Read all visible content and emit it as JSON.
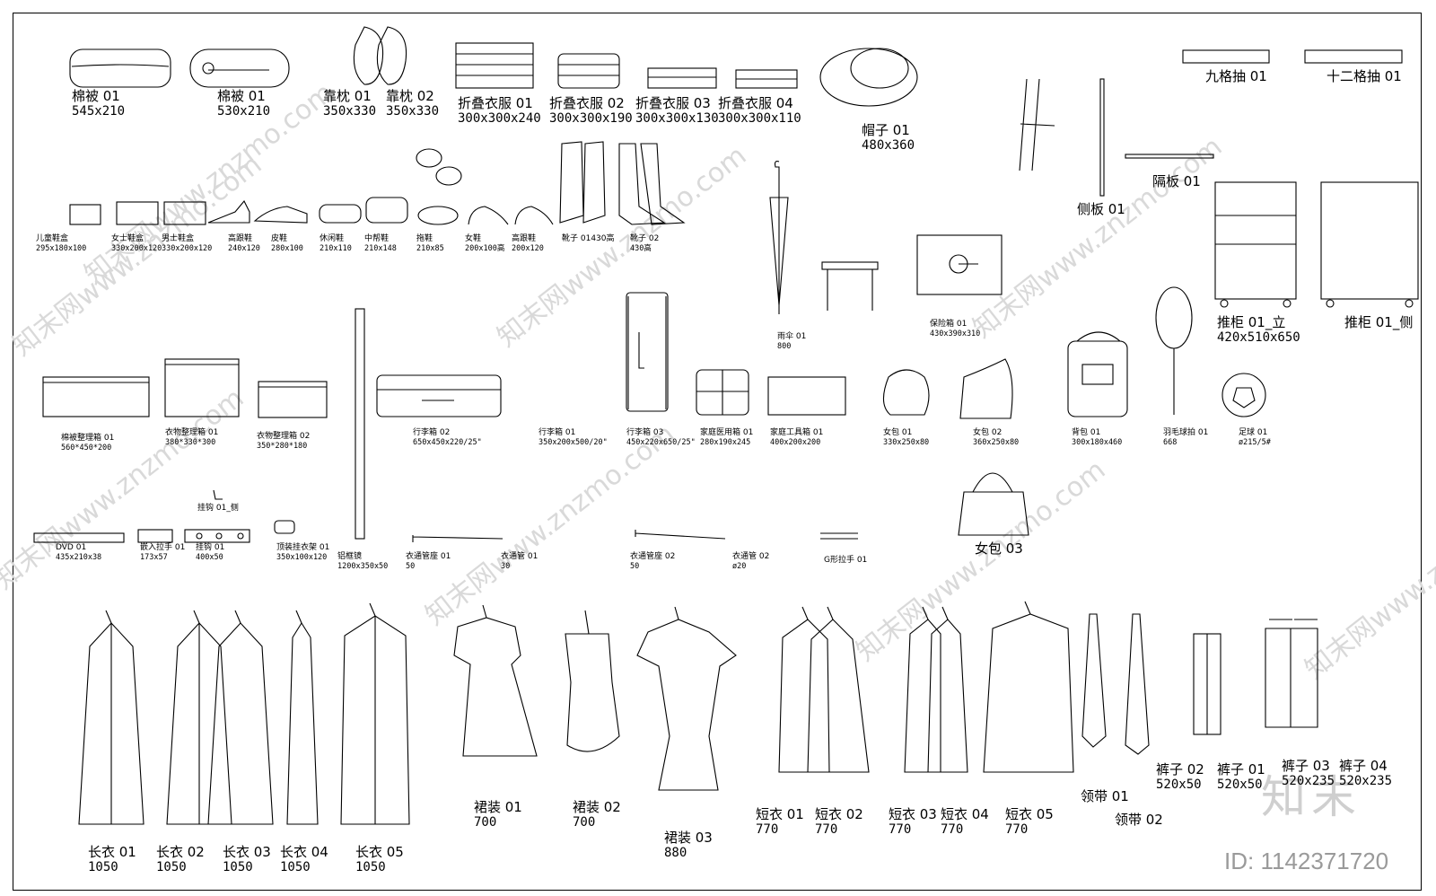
{
  "watermark": {
    "text": "知末网www.znzmo.com",
    "brand": "知末",
    "id_text": "ID: 1142371720"
  },
  "items": [
    {
      "key": "quilt1",
      "name": "棉被 01",
      "dim": "545x210"
    },
    {
      "key": "quilt2",
      "name": "棉被 01",
      "dim": "530x210"
    },
    {
      "key": "pillow1",
      "name": "靠枕 01",
      "dim": "350x330"
    },
    {
      "key": "pillow2",
      "name": "靠枕 02",
      "dim": "350x330"
    },
    {
      "key": "fold1",
      "name": "折叠衣服 01",
      "dim": "300x300x240"
    },
    {
      "key": "fold2",
      "name": "折叠衣服 02",
      "dim": "300x300x190"
    },
    {
      "key": "fold3",
      "name": "折叠衣服 03",
      "dim": "300x300x130"
    },
    {
      "key": "fold4",
      "name": "折叠衣服 04",
      "dim": "300x300x110"
    },
    {
      "key": "hat",
      "name": "帽子 01",
      "dim": "480x360"
    },
    {
      "key": "drawer9",
      "name": "九格抽 01",
      "dim": ""
    },
    {
      "key": "drawer12",
      "name": "十二格抽 01",
      "dim": ""
    },
    {
      "key": "shelf",
      "name": "隔板 01",
      "dim": ""
    },
    {
      "key": "sidepanel",
      "name": "侧板 01",
      "dim": ""
    },
    {
      "key": "cabinet_front",
      "name": "推柜 01_立",
      "dim": "420x510x650"
    },
    {
      "key": "cabinet_side",
      "name": "推柜 01_侧",
      "dim": ""
    },
    {
      "key": "kidshoebox",
      "name": "儿童鞋盒",
      "dim": "295x180x100"
    },
    {
      "key": "ladyshoebox",
      "name": "女士鞋盒",
      "dim": "330x200x120"
    },
    {
      "key": "manshoebox",
      "name": "男士鞋盒",
      "dim": "330x200x120"
    },
    {
      "key": "highheel",
      "name": "高跟鞋",
      "dim": "240x120"
    },
    {
      "key": "leathershoe",
      "name": "皮鞋",
      "dim": "280x100"
    },
    {
      "key": "casual",
      "name": "休闲鞋",
      "dim": "210x110"
    },
    {
      "key": "midboot",
      "name": "中帮鞋",
      "dim": "210x148"
    },
    {
      "key": "slipper",
      "name": "拖鞋",
      "dim": "210x85"
    },
    {
      "key": "ladyshoe",
      "name": "女鞋",
      "dim": "200x100高"
    },
    {
      "key": "highheel2",
      "name": "高跟鞋",
      "dim": "200x120"
    },
    {
      "key": "boots1",
      "name": "靴子 01430高",
      "dim": ""
    },
    {
      "key": "boots2",
      "name": "靴子 02",
      "dim": "430高"
    },
    {
      "key": "umbrella",
      "name": "雨伞 01",
      "dim": "800"
    },
    {
      "key": "safe",
      "name": "保险箱 01",
      "dim": "430x390x310"
    },
    {
      "key": "quiltbox",
      "name": "棉被整理箱 01",
      "dim": "560*450*200"
    },
    {
      "key": "clothbox1",
      "name": "衣物整理箱 01",
      "dim": "380*330*300"
    },
    {
      "key": "clothbox2",
      "name": "衣物整理箱 02",
      "dim": "350*280*180"
    },
    {
      "key": "suitcase2",
      "name": "行李箱 02",
      "dim": "650x450x220/25\""
    },
    {
      "key": "suitcase1",
      "name": "行李箱 01",
      "dim": "350x200x500/20\""
    },
    {
      "key": "suitcase3",
      "name": "行李箱 03",
      "dim": "450x220x650/25\""
    },
    {
      "key": "medbox",
      "name": "家庭医用箱 01",
      "dim": "280x190x245"
    },
    {
      "key": "toolbox",
      "name": "家庭工具箱 01",
      "dim": "400x200x200"
    },
    {
      "key": "bag1",
      "name": "女包 01",
      "dim": "330x250x80"
    },
    {
      "key": "bag2",
      "name": "女包 02",
      "dim": "360x250x80"
    },
    {
      "key": "backpack",
      "name": "背包 01",
      "dim": "300x180x460"
    },
    {
      "key": "racket",
      "name": "羽毛球拍 01",
      "dim": "668"
    },
    {
      "key": "football",
      "name": "足球 01",
      "dim": "ø215/5#"
    },
    {
      "key": "bag3",
      "name": "女包 03",
      "dim": ""
    },
    {
      "key": "hook_side",
      "name": "挂钩 01_侧",
      "dim": ""
    },
    {
      "key": "dvd",
      "name": "DVD 01",
      "dim": "435x210x38"
    },
    {
      "key": "inlay",
      "name": "嵌入拉手 01",
      "dim": "173x57"
    },
    {
      "key": "hook",
      "name": "挂钩 01",
      "dim": "400x50"
    },
    {
      "key": "toprack",
      "name": "顶装挂衣架 01",
      "dim": "350x100x120"
    },
    {
      "key": "mirror",
      "name": "铝框镜",
      "dim": "1200x350x50"
    },
    {
      "key": "railbase1",
      "name": "衣通管座 01",
      "dim": "50"
    },
    {
      "key": "rail1",
      "name": "衣通管 01",
      "dim": "30"
    },
    {
      "key": "railbase2",
      "name": "衣通管座 02",
      "dim": "50"
    },
    {
      "key": "rail2",
      "name": "衣通管 02",
      "dim": "ø20"
    },
    {
      "key": "ghandle",
      "name": "G形拉手 01",
      "dim": ""
    },
    {
      "key": "long1",
      "name": "长衣 01",
      "dim": "1050"
    },
    {
      "key": "long2",
      "name": "长衣 02",
      "dim": "1050"
    },
    {
      "key": "long3",
      "name": "长衣 03",
      "dim": "1050"
    },
    {
      "key": "long4",
      "name": "长衣 04",
      "dim": "1050"
    },
    {
      "key": "long5",
      "name": "长衣 05",
      "dim": "1050"
    },
    {
      "key": "skirt1",
      "name": "裙装 01",
      "dim": "700"
    },
    {
      "key": "skirt2",
      "name": "裙装 02",
      "dim": "700"
    },
    {
      "key": "skirt3",
      "name": "裙装 03",
      "dim": "880"
    },
    {
      "key": "short1",
      "name": "短衣 01",
      "dim": "770"
    },
    {
      "key": "short2",
      "name": "短衣 02",
      "dim": "770"
    },
    {
      "key": "short3",
      "name": "短衣 03",
      "dim": "770"
    },
    {
      "key": "short4",
      "name": "短衣 04",
      "dim": "770"
    },
    {
      "key": "short5",
      "name": "短衣 05",
      "dim": "770"
    },
    {
      "key": "tie1",
      "name": "领带 01",
      "dim": ""
    },
    {
      "key": "tie2",
      "name": "领带 02",
      "dim": ""
    },
    {
      "key": "pants2",
      "name": "裤子 02",
      "dim": "520x50"
    },
    {
      "key": "pants1",
      "name": "裤子 01",
      "dim": "520x50"
    },
    {
      "key": "pants3",
      "name": "裤子 03",
      "dim": "520x235"
    },
    {
      "key": "pants4",
      "name": "裤子 04",
      "dim": "520x235"
    }
  ]
}
